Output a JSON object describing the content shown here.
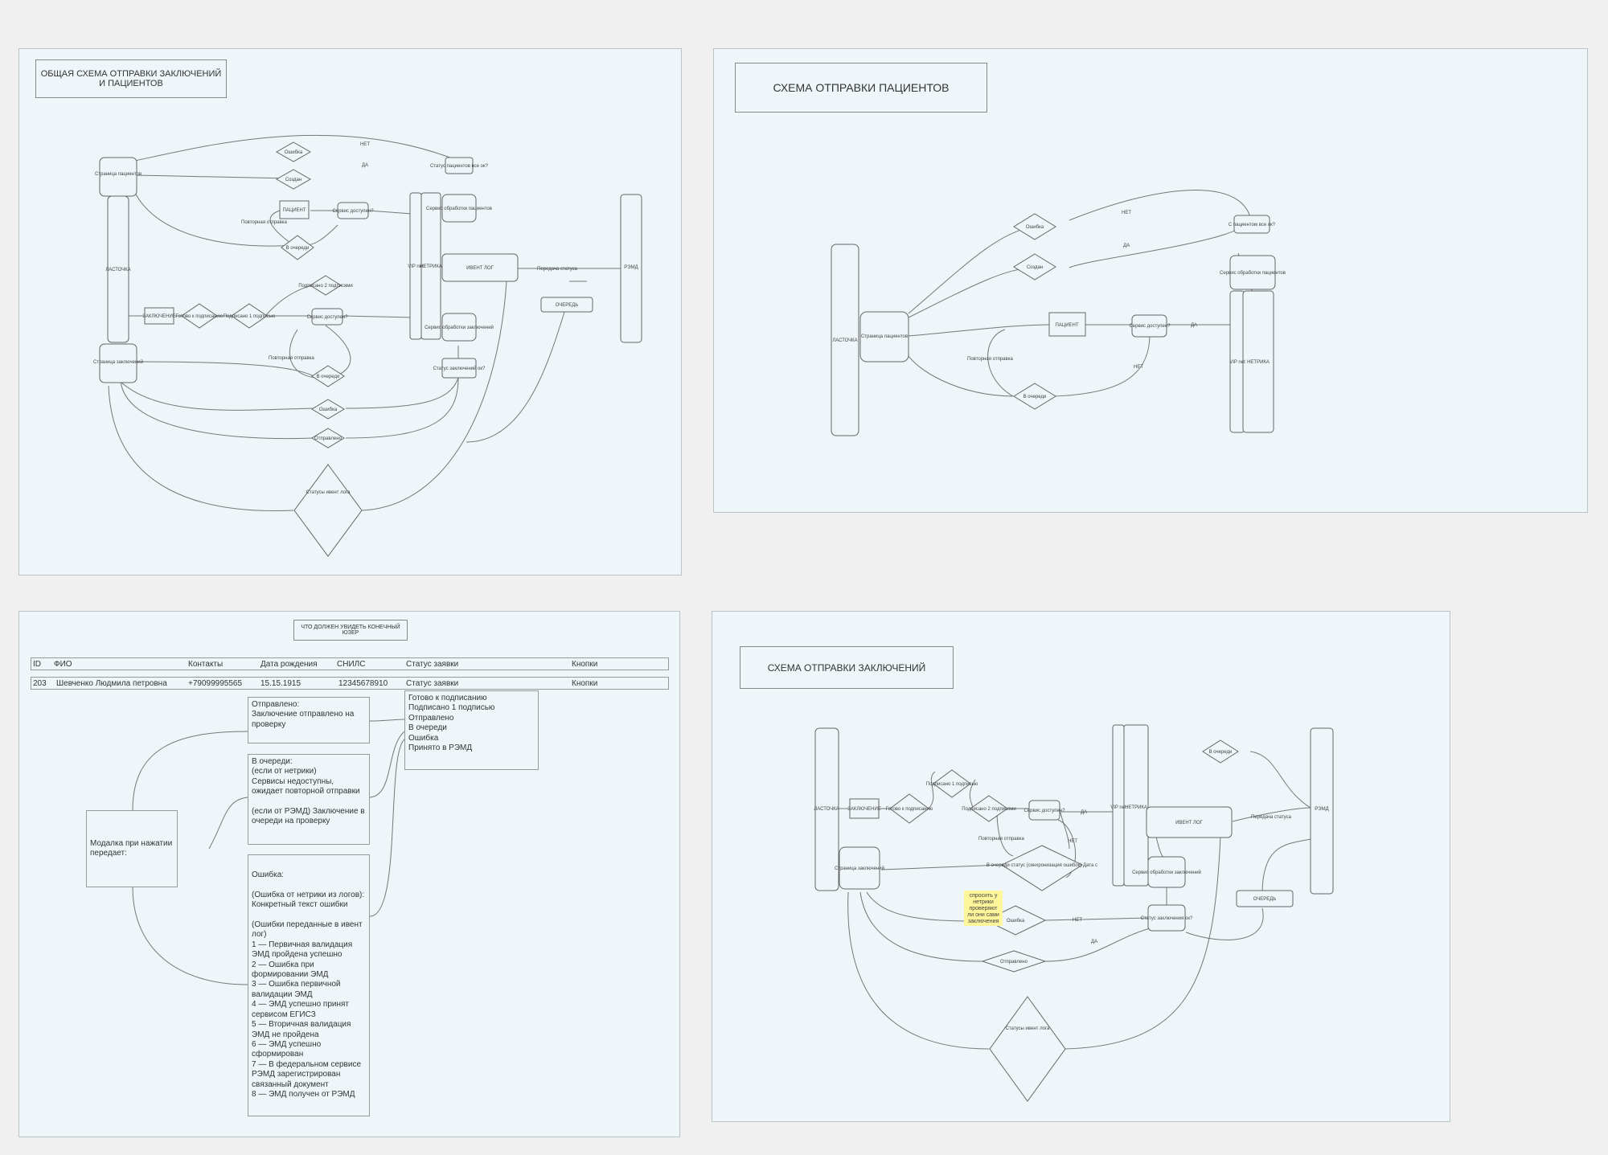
{
  "frame1": {
    "title": "ОБЩАЯ СХЕМА ОТПРАВКИ ЗАКЛЮЧЕНИЙ И ПАЦИЕНТОВ",
    "labels": {
      "patients_page": "Страница пациентов",
      "lastochka": "ЛАСТОЧКА",
      "conclusions_page": "Страница заключений",
      "error1": "Ошибка",
      "created": "Создан",
      "patient": "ПАЦИЕНТ",
      "service_available1": "Сервис доступен?",
      "in_queue1": "В очереди",
      "retry1": "Повторная отправка",
      "conclusion": "ЗАКЛЮЧЕНИЕ",
      "ready_sign": "Готово к подписанию",
      "signed1": "Подписано 1 подписью",
      "signed2": "Подписано 2 подписями",
      "service_available2": "Сервис доступен?",
      "in_queue2": "В очереди",
      "retry2": "Повторная отправка",
      "error_step": "Ошибка",
      "vip": "VIP net",
      "metrika": "НЕТРИКА",
      "patients_service": "Сервис обработки пациентов",
      "event_log": "ИВЕНТ ЛОГ",
      "conclusions_service": "Сервис обработки заключений",
      "status_q": "Статус пациентов все ок?",
      "conclusions_status": "Статус заключений ок?",
      "queue": "ОЧЕРЕДЬ",
      "remd": "РЭМД",
      "transfer_status": "Передача статуса",
      "error2": "Ошибка",
      "sent": "Отправлено",
      "statuses": "Статусы ивент лога",
      "yes": "ДА",
      "no": "НЕТ"
    }
  },
  "frame2": {
    "title": "СХЕМА ОТПРАВКИ ПАЦИЕНТОВ",
    "labels": {
      "lastochka": "ЛАСТОЧКА",
      "patients_page": "Страница пациентов",
      "error": "Ошибка",
      "created": "Создан",
      "patient": "ПАЦИЕНТ",
      "service_available": "Сервис доступен?",
      "in_queue": "В очереди",
      "retry": "Повторная отправка",
      "vip": "VIP net",
      "metrika": "НЕТРИКА",
      "patients_service": "Сервис обработки пациентов",
      "status_q": "С пациентом все ок?",
      "yes": "ДА",
      "no": "НЕТ"
    }
  },
  "frame3": {
    "title": "ЧТО ДОЛЖЕН УВИДЕТЬ КОНЕЧНЫЙ ЮЗЕР",
    "headers": [
      "ID",
      "ФИО",
      "Контакты",
      "Дата рождения",
      "СНИЛС",
      "Статус заявки",
      "Кнопки"
    ],
    "row": [
      "203",
      "Шевченко Людмила петровна",
      "+79099995565",
      "15.15.1915",
      "12345678910",
      "Статус заявки",
      "Кнопки"
    ],
    "status_options": "Готово к подписанию\nПодписано 1 подписью\nОтправлено\nВ очереди\nОшибка\nПринято в РЭМД",
    "sent_box": "Отправлено:\nЗаключение отправлено на проверку",
    "queue_box": "В очереди:\n(если от нетрики)\nСервисы недоступны, ожидает повторной отправки\n\n(если от РЭМД) Заключение в очереди на проверку",
    "error_box": "Ошибка:\n\n(Ошибка от нетрики из логов): Конкретный текст ошибки\n\n(Ошибки переданные в ивент лог)\n1 — Первичная валидация ЭМД пройдена успешно\n2 — Ошибка при формировании ЭМД\n3 — Ошибка первичной валидации ЭМД\n4 — ЭМД успешно принят сервисом ЕГИСЗ\n5 — Вторичная валидация ЭМД не пройдена\n6 — ЭМД успешно сформирован\n7 — В федеральном сервисе РЭМД зарегистрирован связанный документ\n8 — ЭМД получен от РЭМД",
    "modal_box": "Модалка при нажатии передает:"
  },
  "frame4": {
    "title": "СХЕМА ОТПРАВКИ ЗАКЛЮЧЕНИЙ",
    "labels": {
      "lastochka": "ЛАСТОЧКА",
      "conclusion": "ЗАКЛЮЧЕНИЕ",
      "ready_sign": "Готово к подписанию",
      "signed1": "Подписано 1 подписью",
      "signed2": "Подписано 2 подписями",
      "service_available": "Сервис доступен?",
      "retry": "Повторная отправка",
      "queue_status": "В очереди статус (синхронизация ошибок) Дата с",
      "conclusions_page": "Страница заключений",
      "vip": "VIP net",
      "metrika": "НЕТРИКА",
      "event_log": "ИВЕНТ ЛОГ",
      "conclusions_service": "Сервис обработки заключений",
      "conclusions_status": "Статус заключения ок?",
      "queue": "ОЧЕРЕДЬ",
      "remd": "РЭМД",
      "transfer_status": "Передача статуса",
      "in_queue": "В очереди",
      "error": "Ошибка",
      "sent": "Отправлено",
      "statuses": "Статусы ивент лога",
      "yes": "ДА",
      "no": "НЕТ"
    },
    "sticky": "спросить у нетрики проверяют ли они сами заключения"
  }
}
